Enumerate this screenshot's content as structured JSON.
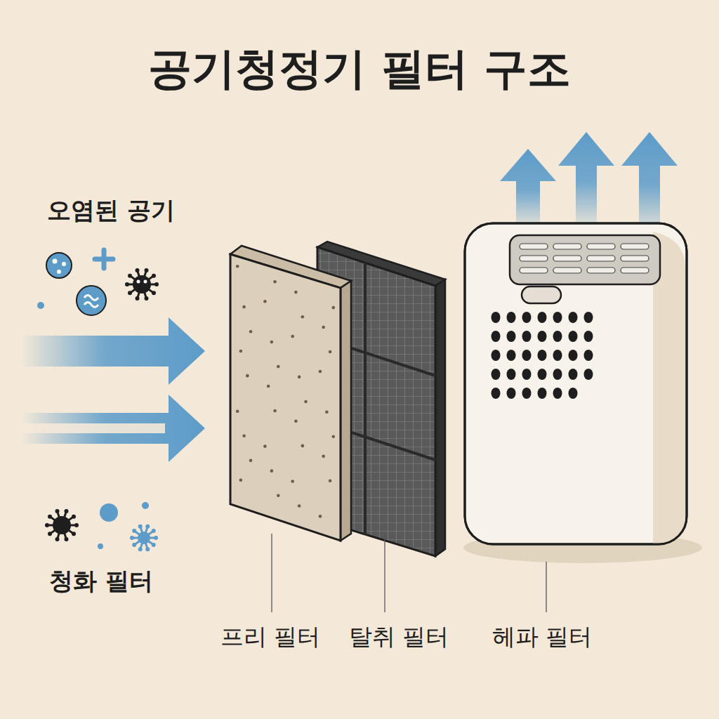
{
  "diagram": {
    "title": "공기청정기 필터 구조",
    "labels": [
      "오염된 공기",
      "청화 필터",
      "프리 필터",
      "탈취 필터",
      "헤파 필터"
    ]
  }
}
